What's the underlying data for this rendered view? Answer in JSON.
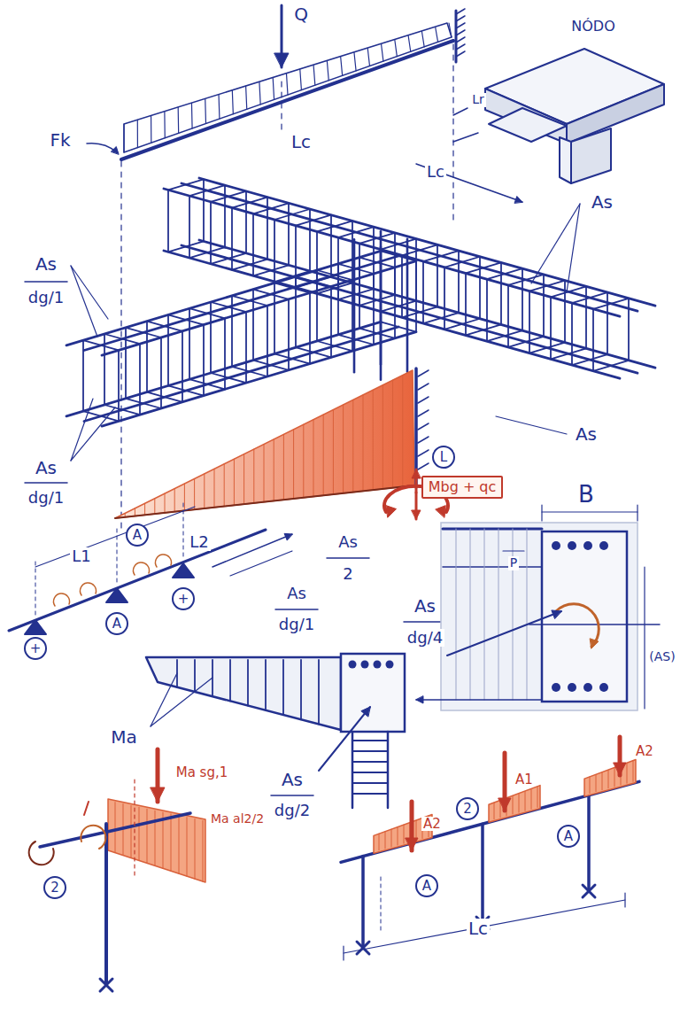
{
  "diagram": {
    "nodes": [
      {
        "text": [
          "Mbg + qc"
        ]
      },
      {
        "text": [
          "A"
        ]
      },
      {
        "text": [
          "L"
        ]
      },
      {
        "text": [
          "+"
        ]
      },
      {
        "text": [
          "A"
        ]
      },
      {
        "text": [
          "+"
        ]
      },
      {
        "text": [
          "2"
        ]
      },
      {
        "text": [
          "2"
        ]
      },
      {
        "text": [
          "A"
        ]
      },
      {
        "text": [
          "A"
        ]
      }
    ],
    "labels": [
      "Q",
      "Fk",
      "Lc",
      "Lr",
      "Lc",
      "NÓDO",
      "As",
      "As",
      "dg/1",
      "As",
      "dg/1",
      "As",
      "L1",
      "L2",
      "As",
      "2",
      "As",
      "dg/1",
      "B",
      "P",
      "As",
      "dg/4",
      "(AS)",
      "Ma",
      "As",
      "dg/2",
      "Ma sg,1",
      "Ma al2/2",
      "A2",
      "A1",
      "A2",
      "Lc"
    ]
  }
}
